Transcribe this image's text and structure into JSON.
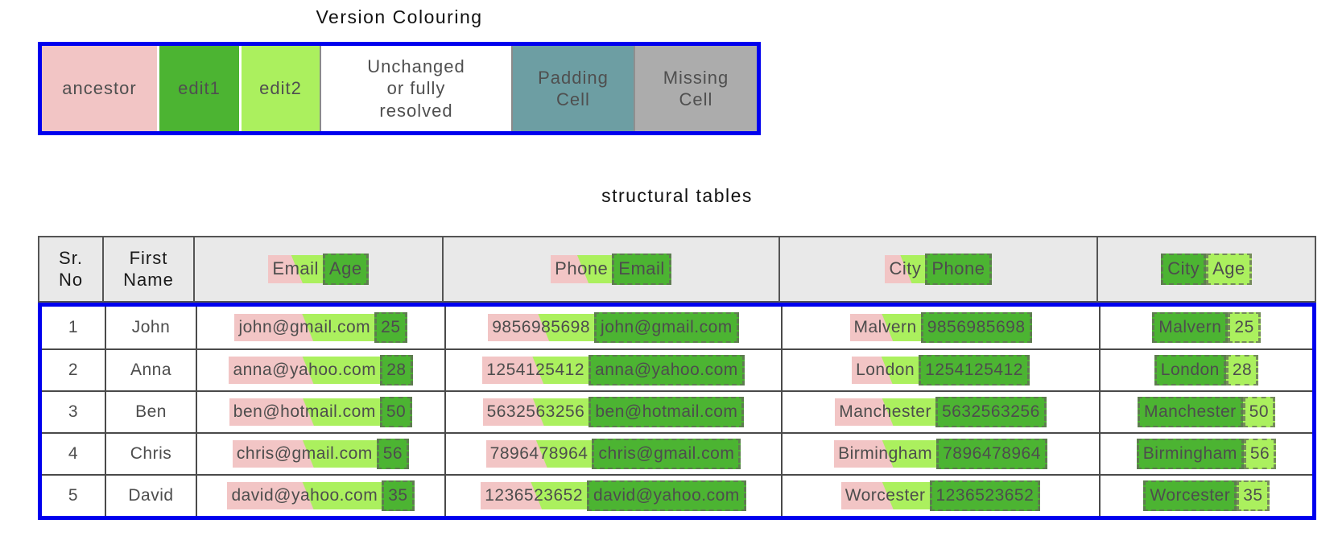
{
  "colors": {
    "accent_blue": "#0000ee",
    "ancestor_pink": "#f2c5c5",
    "edit1_green": "#4cb432",
    "edit2_light_green": "#abf05e",
    "padding_teal": "#6d9ea3",
    "missing_gray": "#acacac",
    "header_bg": "#e9e9e9"
  },
  "legend": {
    "title": "Version Colouring",
    "cells": [
      {
        "label": "ancestor",
        "type": "ancestor"
      },
      {
        "label": "edit1",
        "type": "edit1"
      },
      {
        "label": "edit2",
        "type": "edit2"
      },
      {
        "label": "Unchanged\nor fully\nresolved",
        "type": "unchanged"
      },
      {
        "label": "Padding\nCell",
        "type": "padding"
      },
      {
        "label": "Missing\nCell",
        "type": "missing"
      }
    ]
  },
  "table": {
    "title": "structural tables",
    "plain_headers": [
      "Sr.\nNo",
      "First\nName"
    ],
    "merged_headers": [
      {
        "tokens": [
          {
            "text": "Email",
            "style": "anc-edit2"
          },
          {
            "text": "Age",
            "style": "edit1"
          }
        ]
      },
      {
        "tokens": [
          {
            "text": "Phone",
            "style": "anc-edit2"
          },
          {
            "text": "Email",
            "style": "edit1"
          }
        ]
      },
      {
        "tokens": [
          {
            "text": "City",
            "style": "anc-edit2"
          },
          {
            "text": "Phone",
            "style": "edit1"
          }
        ]
      },
      {
        "tokens": [
          {
            "text": "City",
            "style": "edit1"
          },
          {
            "text": "Age",
            "style": "edit2"
          }
        ]
      }
    ],
    "rows": [
      {
        "sr": "1",
        "first_name": "John",
        "cells": [
          [
            {
              "text": "john@gmail.com",
              "style": "anc-edit2"
            },
            {
              "text": "25",
              "style": "edit1"
            }
          ],
          [
            {
              "text": "9856985698",
              "style": "anc-edit2"
            },
            {
              "text": "john@gmail.com",
              "style": "edit1"
            }
          ],
          [
            {
              "text": "Malvern",
              "style": "anc-edit2"
            },
            {
              "text": "9856985698",
              "style": "edit1"
            }
          ],
          [
            {
              "text": "Malvern",
              "style": "edit1"
            },
            {
              "text": "25",
              "style": "edit2"
            }
          ]
        ]
      },
      {
        "sr": "2",
        "first_name": "Anna",
        "cells": [
          [
            {
              "text": "anna@yahoo.com",
              "style": "anc-edit2"
            },
            {
              "text": "28",
              "style": "edit1"
            }
          ],
          [
            {
              "text": "1254125412",
              "style": "anc-edit2"
            },
            {
              "text": "anna@yahoo.com",
              "style": "edit1"
            }
          ],
          [
            {
              "text": "London",
              "style": "anc-edit2"
            },
            {
              "text": "1254125412",
              "style": "edit1"
            }
          ],
          [
            {
              "text": "London",
              "style": "edit1"
            },
            {
              "text": "28",
              "style": "edit2"
            }
          ]
        ]
      },
      {
        "sr": "3",
        "first_name": "Ben",
        "cells": [
          [
            {
              "text": "ben@hotmail.com",
              "style": "anc-edit2"
            },
            {
              "text": "50",
              "style": "edit1"
            }
          ],
          [
            {
              "text": "5632563256",
              "style": "anc-edit2"
            },
            {
              "text": "ben@hotmail.com",
              "style": "edit1"
            }
          ],
          [
            {
              "text": "Manchester",
              "style": "anc-edit2"
            },
            {
              "text": "5632563256",
              "style": "edit1"
            }
          ],
          [
            {
              "text": "Manchester",
              "style": "edit1"
            },
            {
              "text": "50",
              "style": "edit2"
            }
          ]
        ]
      },
      {
        "sr": "4",
        "first_name": "Chris",
        "cells": [
          [
            {
              "text": "chris@gmail.com",
              "style": "anc-edit2"
            },
            {
              "text": "56",
              "style": "edit1"
            }
          ],
          [
            {
              "text": "7896478964",
              "style": "anc-edit2"
            },
            {
              "text": "chris@gmail.com",
              "style": "edit1"
            }
          ],
          [
            {
              "text": "Birmingham",
              "style": "anc-edit2"
            },
            {
              "text": "7896478964",
              "style": "edit1"
            }
          ],
          [
            {
              "text": "Birmingham",
              "style": "edit1"
            },
            {
              "text": "56",
              "style": "edit2"
            }
          ]
        ]
      },
      {
        "sr": "5",
        "first_name": "David",
        "cells": [
          [
            {
              "text": "david@yahoo.com",
              "style": "anc-edit2"
            },
            {
              "text": "35",
              "style": "edit1"
            }
          ],
          [
            {
              "text": "1236523652",
              "style": "anc-edit2"
            },
            {
              "text": "david@yahoo.com",
              "style": "edit1"
            }
          ],
          [
            {
              "text": "Worcester",
              "style": "anc-edit2"
            },
            {
              "text": "1236523652",
              "style": "edit1"
            }
          ],
          [
            {
              "text": "Worcester",
              "style": "edit1"
            },
            {
              "text": "35",
              "style": "edit2"
            }
          ]
        ]
      }
    ]
  }
}
